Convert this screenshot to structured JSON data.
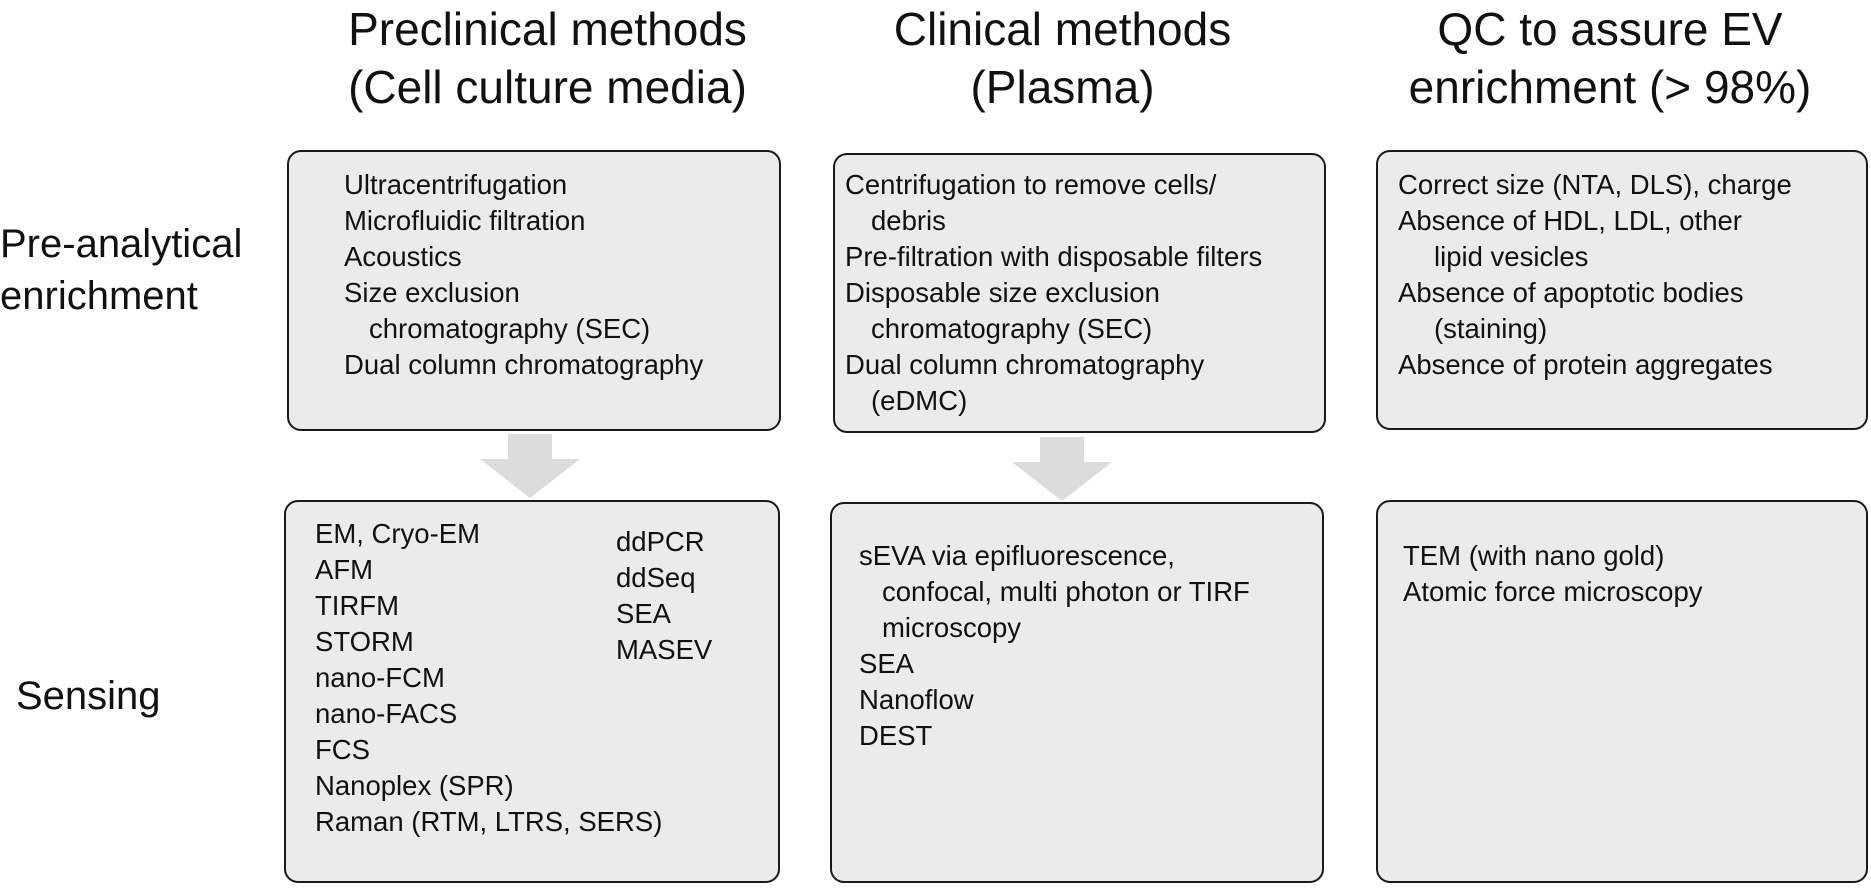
{
  "headers": {
    "preclinical": {
      "line1": "Preclinical methods",
      "line2": "(Cell culture media)"
    },
    "clinical": {
      "line1": "Clinical methods",
      "line2": "(Plasma)"
    },
    "qc": {
      "line1": "QC to assure EV",
      "line2": "enrichment (> 98%)"
    }
  },
  "row_labels": {
    "enrichment": {
      "line1": "Pre-analytical",
      "line2": "enrichment"
    },
    "sensing": {
      "line1": "Sensing"
    }
  },
  "boxes": {
    "preclinical_enrichment": [
      "Ultracentrifugation",
      "Microfluidic filtration",
      "Acoustics",
      "Size exclusion",
      "chromatography (SEC)",
      "Dual column chromatography"
    ],
    "clinical_enrichment": [
      "Centrifugation to remove cells/",
      "debris",
      "Pre-filtration with disposable filters",
      "Disposable size exclusion",
      "chromatography (SEC)",
      "Dual column chromatography",
      "(eDMC)"
    ],
    "qc_enrichment": [
      "Correct size (NTA, DLS), charge",
      "Absence of HDL, LDL, other",
      "lipid vesicles",
      "Absence of apoptotic bodies",
      "(staining)",
      "Absence of protein aggregates"
    ],
    "preclinical_sensing_left": [
      "EM, Cryo-EM",
      "AFM",
      "TIRFM",
      "STORM",
      "nano-FCM",
      "nano-FACS",
      "FCS",
      "Nanoplex (SPR)",
      "Raman (RTM, LTRS, SERS)"
    ],
    "preclinical_sensing_right": [
      "ddPCR",
      "ddSeq",
      "SEA",
      "MASEV"
    ],
    "clinical_sensing": [
      "sEVA via epifluorescence,",
      "confocal, multi photon or TIRF",
      "microscopy",
      "SEA",
      "Nanoflow",
      "DEST"
    ],
    "qc_sensing": [
      "TEM (with nano gold)",
      "Atomic force microscopy"
    ]
  },
  "colors": {
    "box_fill": "#ebebeb",
    "box_border": "#1a1a1a",
    "arrow_fill": "#dcdcdc"
  }
}
